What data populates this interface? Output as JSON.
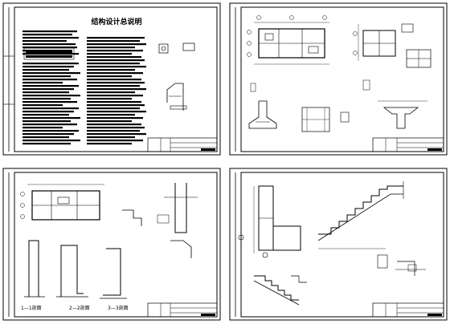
{
  "sheets": [
    {
      "id": "sheet-1",
      "title": "结构设计总说明"
    },
    {
      "id": "sheet-2"
    },
    {
      "id": "sheet-3",
      "labels": [
        "1—1剖面",
        "2—2剖面",
        "3—3剖面"
      ]
    },
    {
      "id": "sheet-4"
    }
  ],
  "colors": {
    "ink": "#000000",
    "paper": "#ffffff"
  }
}
